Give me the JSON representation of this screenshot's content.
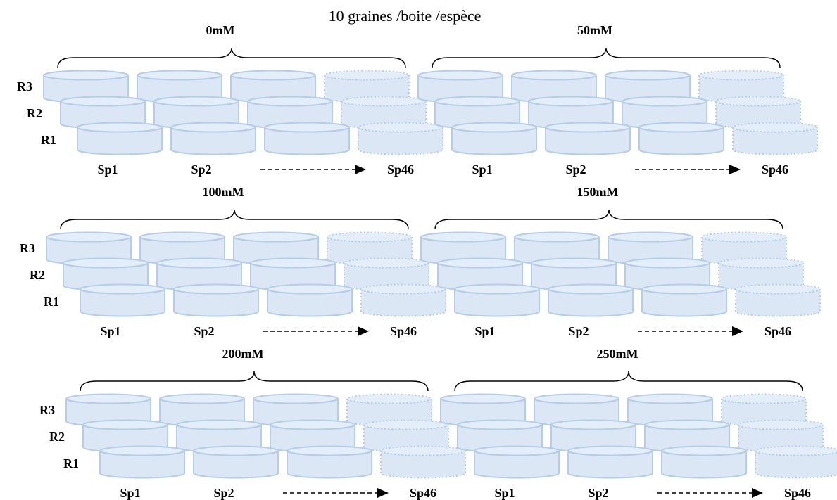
{
  "title": "10 graines /boite /espèce",
  "replicate_labels": [
    "R3",
    "R2",
    "R1"
  ],
  "species_labels": [
    "Sp1",
    "Sp2",
    "Sp46"
  ],
  "concentrations": [
    "0mM",
    "50mM",
    "100mM",
    "150mM",
    "200mM",
    "250mM"
  ]
}
